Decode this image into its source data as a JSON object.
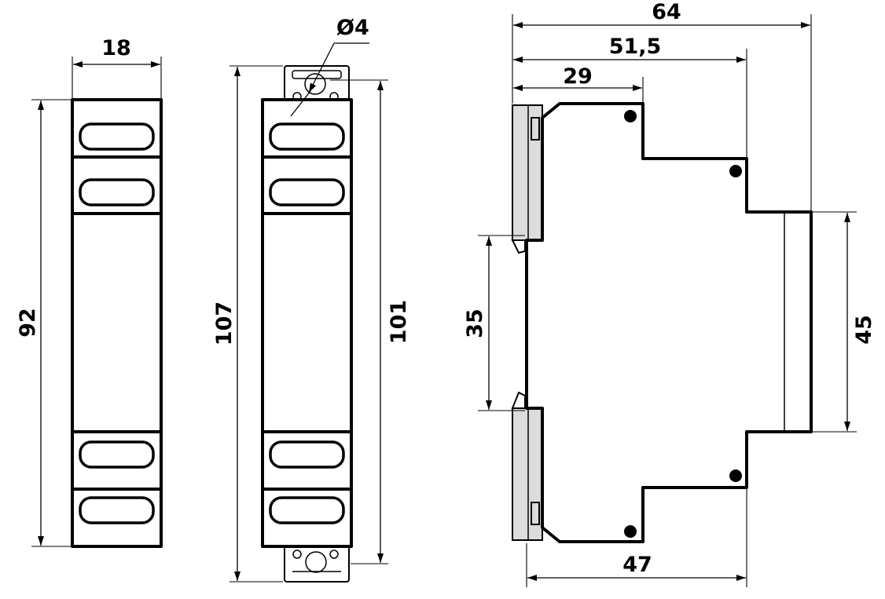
{
  "dimensions": {
    "width_front": "18",
    "height_front": "92",
    "height_mount_total": "107",
    "height_mount_body": "101",
    "hole_diameter": "Ø4",
    "depth_total": "64",
    "depth_mid": "51,5",
    "depth_front_step": "29",
    "rail_width": "35",
    "face_height": "45",
    "base_depth": "47"
  }
}
